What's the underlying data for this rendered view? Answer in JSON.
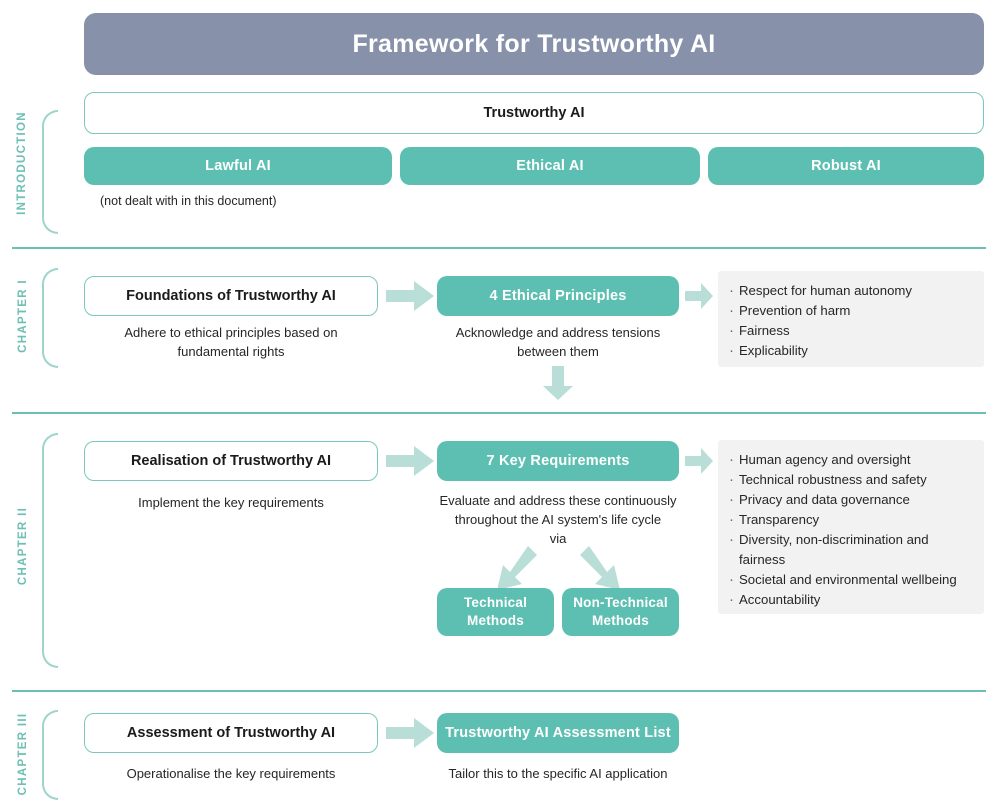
{
  "header": {
    "title": "Framework for Trustworthy AI",
    "bg_color": "#8791a9"
  },
  "theme": {
    "teal": "#5dbfb1",
    "teal_light": "#b9ded7",
    "teal_border": "#7cc6bb",
    "panel_gray": "#f2f2f2",
    "label_teal": "#6cbfb4"
  },
  "sections": {
    "introduction": {
      "label": "INTRODUCTION",
      "top_box": "Trustworthy AI",
      "pillars": [
        "Lawful AI",
        "Ethical AI",
        "Robust AI"
      ],
      "note": "(not dealt with in this document)"
    },
    "chapter1": {
      "label": "CHAPTER I",
      "left_box": "Foundations of Trustworthy AI",
      "left_caption": "Adhere to ethical principles based on fundamental rights",
      "mid_box": "4 Ethical Principles",
      "mid_caption": "Acknowledge and address tensions between them",
      "bullets": [
        "Respect for human autonomy",
        "Prevention of harm",
        "Fairness",
        "Explicability"
      ]
    },
    "chapter2": {
      "label": "CHAPTER II",
      "left_box": "Realisation of Trustworthy AI",
      "left_caption": "Implement the key requirements",
      "mid_box": "7 Key Requirements",
      "mid_caption": "Evaluate and address these continuously throughout the AI system's life cycle",
      "via_label": "via",
      "method_boxes": [
        "Technical Methods",
        "Non-Technical Methods"
      ],
      "bullets": [
        "Human agency and oversight",
        "Technical robustness and safety",
        "Privacy and data governance",
        "Transparency",
        "Diversity, non-discrimination and fairness",
        "Societal and environmental wellbeing",
        "Accountability"
      ]
    },
    "chapter3": {
      "label": "CHAPTER III",
      "left_box": "Assessment of Trustworthy AI",
      "left_caption": "Operationalise the key requirements",
      "mid_box": "Trustworthy AI Assessment List",
      "mid_caption": "Tailor this to the specific AI application"
    }
  },
  "icons": {
    "arrow_right": "right-block-arrow-icon",
    "arrow_down": "down-block-arrow-icon",
    "arrow_diag_left": "down-left-block-arrow-icon",
    "arrow_diag_right": "down-right-block-arrow-icon"
  }
}
